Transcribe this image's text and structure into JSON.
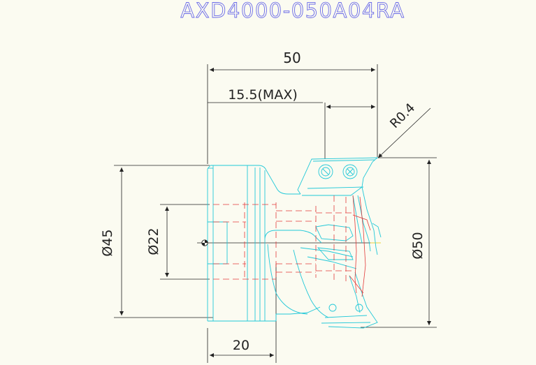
{
  "title": "AXD4000-050A04RA",
  "dimensions": {
    "overall_length": "50",
    "max_length": "15.5(MAX)",
    "corner_radius": "R0.4",
    "shank_diameter": "Ø45",
    "bore_diameter": "Ø22",
    "cutting_diameter": "Ø50",
    "pilot_length": "20"
  },
  "colors": {
    "title": "#6a6ae8",
    "body_outline": "#22c8d8",
    "hidden_lines": "#e23a3a",
    "dimensions": "#222222",
    "background": "#fbfbf1"
  }
}
